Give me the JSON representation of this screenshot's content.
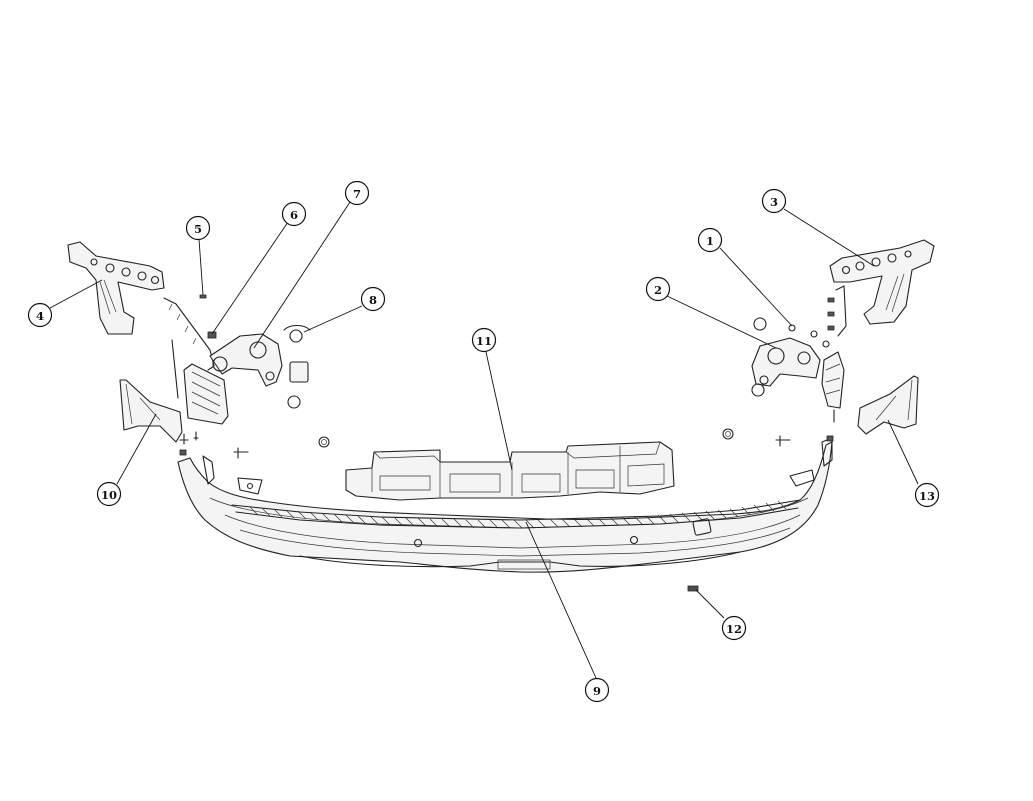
{
  "callouts": [
    {
      "id": "1"
    },
    {
      "id": "2"
    },
    {
      "id": "3"
    },
    {
      "id": "4"
    },
    {
      "id": "5"
    },
    {
      "id": "6"
    },
    {
      "id": "7"
    },
    {
      "id": "8"
    },
    {
      "id": "9"
    },
    {
      "id": "10"
    },
    {
      "id": "11"
    },
    {
      "id": "12"
    },
    {
      "id": "13"
    }
  ]
}
